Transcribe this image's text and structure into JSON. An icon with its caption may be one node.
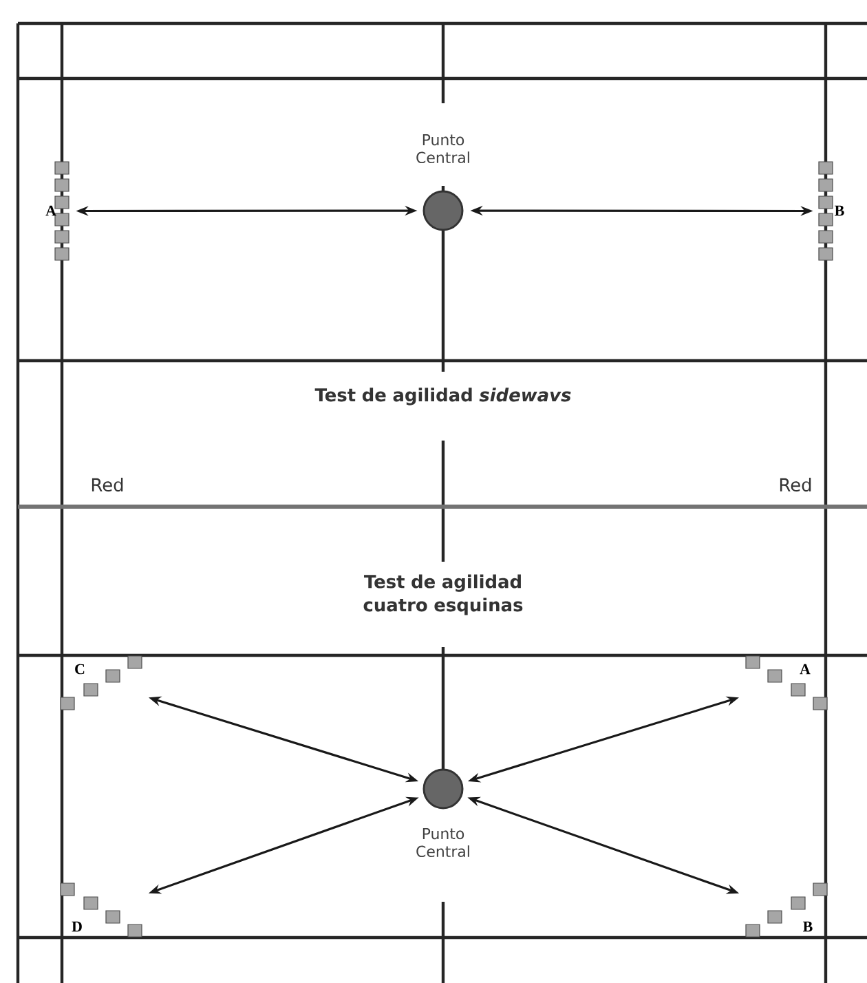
{
  "diagram": {
    "nodes": [
      {
        "text": [
          "Punto Central"
        ]
      },
      {
        "text": [
          "A"
        ]
      },
      {
        "text": [
          "B"
        ]
      },
      {
        "text": [
          "Punto Central"
        ]
      },
      {
        "text": [
          "C"
        ]
      },
      {
        "text": [
          "A"
        ]
      },
      {
        "text": [
          "D"
        ]
      },
      {
        "text": [
          "B"
        ]
      }
    ],
    "edges": [
      {
        "from": 1,
        "to": 0,
        "arrow": "both"
      },
      {
        "from": 0,
        "to": 2,
        "arrow": "both"
      },
      {
        "from": 4,
        "to": 3,
        "arrow": "both"
      },
      {
        "from": 5,
        "to": 3,
        "arrow": "both"
      },
      {
        "from": 6,
        "to": 3,
        "arrow": "both"
      },
      {
        "from": 7,
        "to": 3,
        "arrow": "both"
      }
    ],
    "labels": [
      "Test de agilidad *sidewavs*",
      "Red",
      "Red",
      "Test de agilidad cuatro esquinas"
    ]
  }
}
